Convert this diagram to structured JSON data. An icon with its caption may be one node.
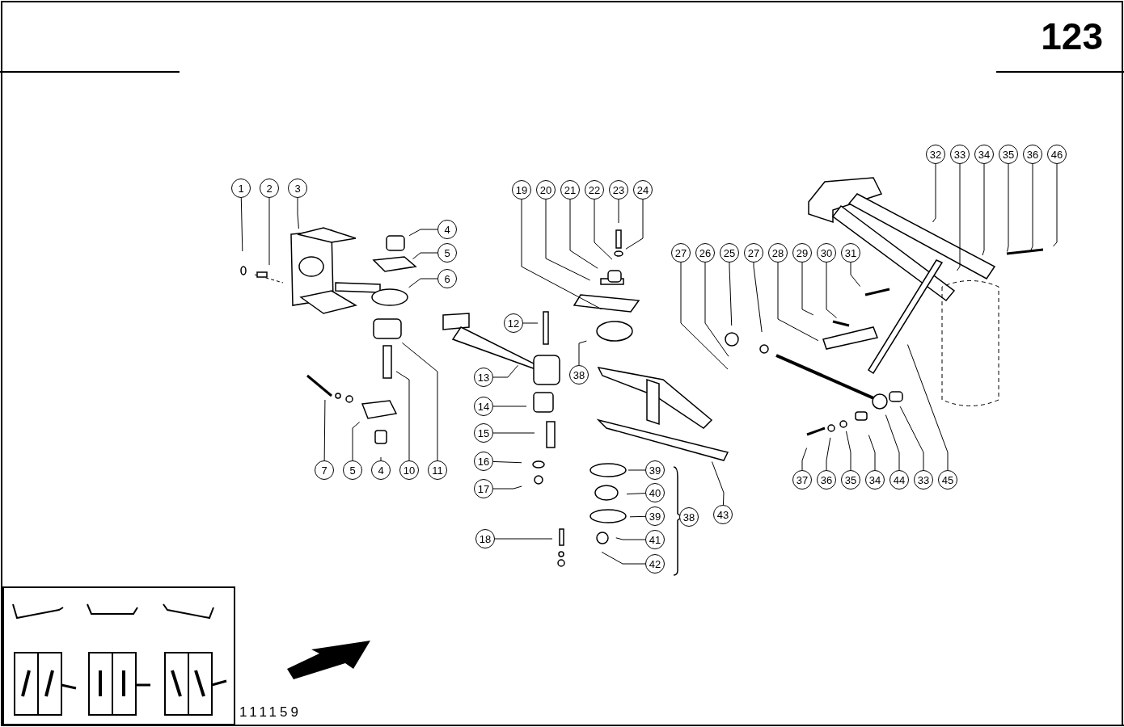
{
  "diagram": {
    "nodes": [
      {
        "text": [
          "1"
        ]
      },
      {
        "text": [
          "2"
        ]
      },
      {
        "text": [
          "3"
        ]
      },
      {
        "text": [
          "4"
        ]
      },
      {
        "text": [
          "5"
        ]
      },
      {
        "text": [
          "6"
        ]
      },
      {
        "text": [
          "19"
        ]
      },
      {
        "text": [
          "20"
        ]
      },
      {
        "text": [
          "21"
        ]
      },
      {
        "text": [
          "22"
        ]
      },
      {
        "text": [
          "23"
        ]
      },
      {
        "text": [
          "24"
        ]
      },
      {
        "text": [
          "32"
        ]
      },
      {
        "text": [
          "33"
        ]
      },
      {
        "text": [
          "34"
        ]
      },
      {
        "text": [
          "35"
        ]
      },
      {
        "text": [
          "36"
        ]
      },
      {
        "text": [
          "46"
        ]
      },
      {
        "text": [
          "27"
        ]
      },
      {
        "text": [
          "26"
        ]
      },
      {
        "text": [
          "25"
        ]
      },
      {
        "text": [
          "27"
        ]
      },
      {
        "text": [
          "28"
        ]
      },
      {
        "text": [
          "29"
        ]
      },
      {
        "text": [
          "30"
        ]
      },
      {
        "text": [
          "31"
        ]
      },
      {
        "text": [
          "12"
        ]
      },
      {
        "text": [
          "13"
        ]
      },
      {
        "text": [
          "38"
        ]
      },
      {
        "text": [
          "14"
        ]
      },
      {
        "text": [
          "15"
        ]
      },
      {
        "text": [
          "16"
        ]
      },
      {
        "text": [
          "17"
        ]
      },
      {
        "text": [
          "7"
        ]
      },
      {
        "text": [
          "5"
        ]
      },
      {
        "text": [
          "4"
        ]
      },
      {
        "text": [
          "10"
        ]
      },
      {
        "text": [
          "11"
        ]
      },
      {
        "text": [
          "37"
        ]
      },
      {
        "text": [
          "36"
        ]
      },
      {
        "text": [
          "35"
        ]
      },
      {
        "text": [
          "34"
        ]
      },
      {
        "text": [
          "44"
        ]
      },
      {
        "text": [
          "33"
        ]
      },
      {
        "text": [
          "45"
        ]
      },
      {
        "text": [
          "39"
        ]
      },
      {
        "text": [
          "40"
        ]
      },
      {
        "text": [
          "39"
        ]
      },
      {
        "text": [
          "38"
        ]
      },
      {
        "text": [
          "43"
        ]
      },
      {
        "text": [
          "41"
        ]
      },
      {
        "text": [
          "18"
        ]
      },
      {
        "text": [
          "42"
        ]
      }
    ],
    "edges": [
      {
        "from": 0,
        "to": null,
        "arrow": "none"
      },
      {
        "from": 1,
        "to": null,
        "arrow": "none"
      },
      {
        "from": 2,
        "to": null,
        "arrow": "none"
      },
      {
        "from": 3,
        "to": null,
        "arrow": "none"
      },
      {
        "from": 4,
        "to": null,
        "arrow": "none"
      },
      {
        "from": 5,
        "to": null,
        "arrow": "none"
      },
      {
        "from": 6,
        "to": null,
        "arrow": "none"
      },
      {
        "from": 7,
        "to": null,
        "arrow": "none"
      },
      {
        "from": 8,
        "to": null,
        "arrow": "none"
      },
      {
        "from": 9,
        "to": null,
        "arrow": "none"
      },
      {
        "from": 10,
        "to": null,
        "arrow": "none"
      },
      {
        "from": 11,
        "to": null,
        "arrow": "none"
      },
      {
        "from": 12,
        "to": null,
        "arrow": "none"
      },
      {
        "from": 13,
        "to": null,
        "arrow": "none"
      },
      {
        "from": 14,
        "to": null,
        "arrow": "none"
      },
      {
        "from": 15,
        "to": null,
        "arrow": "none"
      },
      {
        "from": 16,
        "to": null,
        "arrow": "none"
      },
      {
        "from": 17,
        "to": null,
        "arrow": "none"
      },
      {
        "from": 18,
        "to": null,
        "arrow": "none"
      },
      {
        "from": 19,
        "to": null,
        "arrow": "none"
      },
      {
        "from": 20,
        "to": null,
        "arrow": "none"
      },
      {
        "from": 21,
        "to": null,
        "arrow": "none"
      },
      {
        "from": 22,
        "to": null,
        "arrow": "none"
      },
      {
        "from": 23,
        "to": null,
        "arrow": "none"
      },
      {
        "from": 24,
        "to": null,
        "arrow": "none"
      },
      {
        "from": 25,
        "to": null,
        "arrow": "none"
      },
      {
        "from": 26,
        "to": null,
        "arrow": "none"
      },
      {
        "from": 27,
        "to": null,
        "arrow": "none"
      },
      {
        "from": 28,
        "to": null,
        "arrow": "none"
      },
      {
        "from": 29,
        "to": null,
        "arrow": "none"
      },
      {
        "from": 30,
        "to": null,
        "arrow": "none"
      },
      {
        "from": 31,
        "to": null,
        "arrow": "none"
      },
      {
        "from": 32,
        "to": null,
        "arrow": "none"
      },
      {
        "from": 33,
        "to": null,
        "arrow": "none"
      },
      {
        "from": 34,
        "to": null,
        "arrow": "none"
      },
      {
        "from": 35,
        "to": null,
        "arrow": "none"
      },
      {
        "from": 36,
        "to": null,
        "arrow": "none"
      },
      {
        "from": 37,
        "to": null,
        "arrow": "none"
      },
      {
        "from": 38,
        "to": null,
        "arrow": "none"
      },
      {
        "from": 39,
        "to": null,
        "arrow": "none"
      },
      {
        "from": 40,
        "to": null,
        "arrow": "none"
      },
      {
        "from": 41,
        "to": null,
        "arrow": "none"
      },
      {
        "from": 42,
        "to": null,
        "arrow": "none"
      },
      {
        "from": 43,
        "to": null,
        "arrow": "none"
      },
      {
        "from": 44,
        "to": null,
        "arrow": "none"
      },
      {
        "from": 45,
        "to": null,
        "arrow": "none"
      },
      {
        "from": 46,
        "to": null,
        "arrow": "none"
      },
      {
        "from": 47,
        "to": null,
        "arrow": "none"
      },
      {
        "from": 49,
        "to": null,
        "arrow": "none"
      },
      {
        "from": 50,
        "to": null,
        "arrow": "none"
      },
      {
        "from": 51,
        "to": null,
        "arrow": "none"
      },
      {
        "from": 52,
        "to": null,
        "arrow": "none"
      }
    ],
    "labels": [
      "123",
      "111159"
    ]
  }
}
